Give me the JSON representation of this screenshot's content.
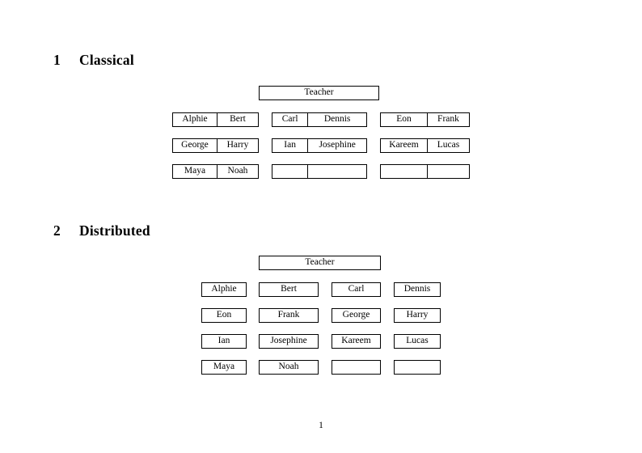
{
  "document": {
    "page_number": "1"
  },
  "sections": [
    {
      "number": "1",
      "title": "Classical",
      "teacher_label": "Teacher",
      "layout": "grouped-pairs",
      "columns": 3,
      "rows": 3,
      "groups": [
        {
          "column": 1,
          "rows": [
            {
              "left": "Alphie",
              "right": "Bert"
            },
            {
              "left": "George",
              "right": "Harry"
            },
            {
              "left": "Maya",
              "right": "Noah"
            }
          ]
        },
        {
          "column": 2,
          "rows": [
            {
              "left": "Carl",
              "right": "Dennis"
            },
            {
              "left": "Ian",
              "right": "Josephine"
            },
            {
              "left": "",
              "right": ""
            }
          ]
        },
        {
          "column": 3,
          "rows": [
            {
              "left": "Eon",
              "right": "Frank"
            },
            {
              "left": "Kareem",
              "right": "Lucas"
            },
            {
              "left": "",
              "right": ""
            }
          ]
        }
      ]
    },
    {
      "number": "2",
      "title": "Distributed",
      "teacher_label": "Teacher",
      "layout": "individual-boxes",
      "columns": 4,
      "rows": 4,
      "grid": [
        [
          "Alphie",
          "Bert",
          "Carl",
          "Dennis"
        ],
        [
          "Eon",
          "Frank",
          "George",
          "Harry"
        ],
        [
          "Ian",
          "Josephine",
          "Kareem",
          "Lucas"
        ],
        [
          "Maya",
          "Noah",
          "",
          ""
        ]
      ]
    }
  ]
}
